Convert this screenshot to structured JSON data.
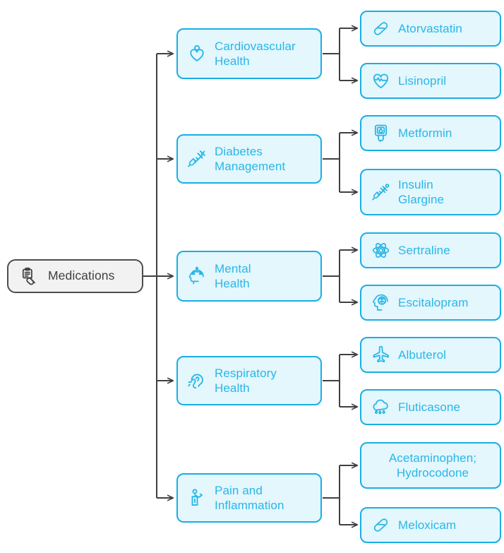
{
  "diagram": {
    "type": "hierarchy-flowchart",
    "direction": "left-to-right",
    "colors": {
      "node_fill": "#e3f7fd",
      "node_border": "#1aaee5",
      "node_text": "#29b6e8",
      "root_fill": "#f2f2f2",
      "root_border": "#4d4d4d",
      "root_text": "#404040",
      "edge": "#404040",
      "background": "#ffffff"
    },
    "root": {
      "label": "Medications",
      "icon": "clipboard-pill-icon"
    },
    "categories": [
      {
        "label": "Cardiovascular\nHealth",
        "icon": "heart-person-icon",
        "medications": [
          {
            "label": "Atorvastatin",
            "icon": "capsule-pill-icon"
          },
          {
            "label": "Lisinopril",
            "icon": "heart-pulse-icon"
          }
        ]
      },
      {
        "label": "Diabetes\nManagement",
        "icon": "syringe-icon",
        "medications": [
          {
            "label": "Metformin",
            "icon": "glucose-meter-icon"
          },
          {
            "label": "Insulin\nGlargine",
            "icon": "syringe-droplet-icon"
          }
        ]
      },
      {
        "label": "Mental\nHealth",
        "icon": "head-brain-scale-icon",
        "medications": [
          {
            "label": "Sertraline",
            "icon": "atom-molecule-icon"
          },
          {
            "label": "Escitalopram",
            "icon": "head-brain-icon"
          }
        ]
      },
      {
        "label": "Respiratory\nHealth",
        "icon": "ear-soundwave-icon",
        "medications": [
          {
            "label": "Albuterol",
            "icon": "airplane-icon"
          },
          {
            "label": "Fluticasone",
            "icon": "rain-cloud-icon"
          }
        ]
      },
      {
        "label": "Pain and\nInflammation",
        "icon": "person-injury-icon",
        "medications": [
          {
            "label": "Acetaminophen;\nHydrocodone",
            "icon": "none"
          },
          {
            "label": "Meloxicam",
            "icon": "capsule-split-icon"
          }
        ]
      }
    ]
  }
}
